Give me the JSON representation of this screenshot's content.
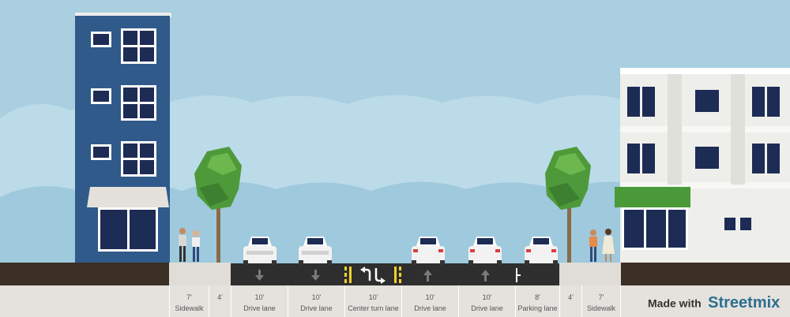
{
  "colors": {
    "sky": "#a9cfe0",
    "cloud": "#c3dfeb",
    "asphalt": "#2e2e2e",
    "curb": "#3b2e24",
    "sidewalk": "#e0ddd8",
    "building_left": "#2f5a8a",
    "building_right": "#eeeeea",
    "awning_green": "#4a9a3a",
    "lane_yellow": "#f2d02c",
    "brand": "#2d6f8f"
  },
  "segments": [
    {
      "width": "7'",
      "name": "Sidewalk"
    },
    {
      "width": "4'",
      "name": ""
    },
    {
      "width": "10'",
      "name": "Drive lane"
    },
    {
      "width": "10'",
      "name": "Drive lane"
    },
    {
      "width": "10'",
      "name": "Center turn lane"
    },
    {
      "width": "10'",
      "name": "Drive lane"
    },
    {
      "width": "10'",
      "name": "Drive lane"
    },
    {
      "width": "8'",
      "name": "Parking lane"
    },
    {
      "width": "4'",
      "name": ""
    },
    {
      "width": "7'",
      "name": "Sidewalk"
    }
  ],
  "branding": {
    "made_with": "Made with",
    "name": "Streetmix"
  }
}
